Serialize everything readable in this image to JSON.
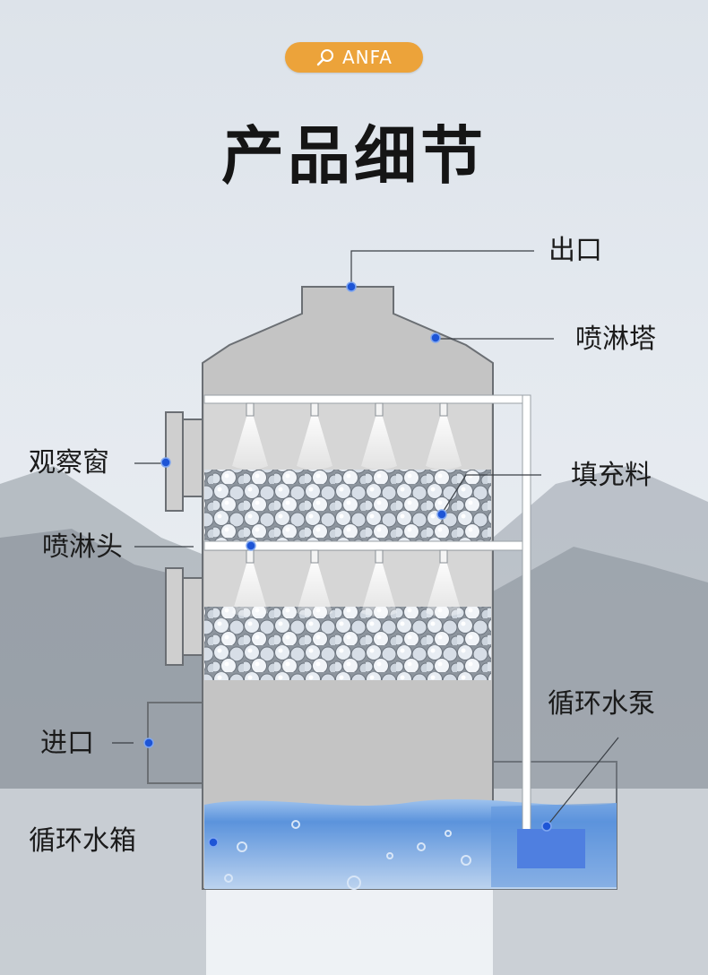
{
  "badge": {
    "text": "ANFA",
    "color": "#eca33a"
  },
  "title": "产品细节",
  "labels": {
    "outlet": "出口",
    "spray_tower": "喷淋塔",
    "observation_window": "观察窗",
    "filler": "填充料",
    "spray_head": "喷淋头",
    "circulation_pump": "循环水泵",
    "inlet": "进口",
    "circulation_tank": "循环水箱"
  },
  "colors": {
    "tower_body": "#c4c4c4",
    "marker": "#1e55d6",
    "water": "#4a88d8",
    "pump": "#4f7fe0"
  }
}
